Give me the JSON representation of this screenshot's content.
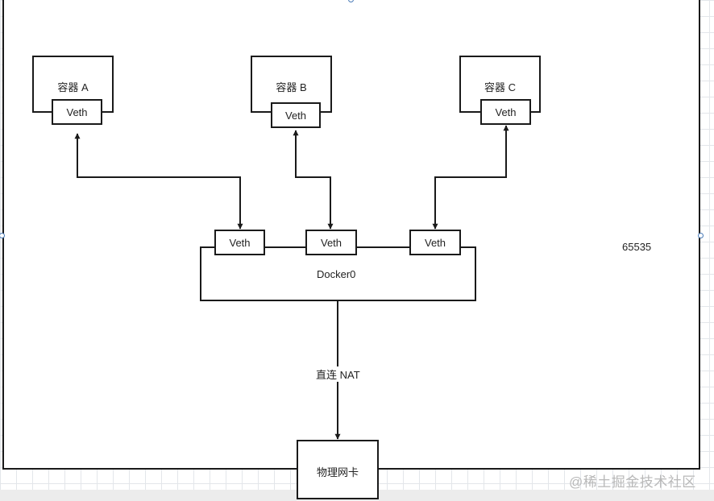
{
  "containers": [
    {
      "name": "容器 A",
      "veth": "Veth"
    },
    {
      "name": "容器 B",
      "veth": "Veth"
    },
    {
      "name": "容器 C",
      "veth": "Veth"
    }
  ],
  "bridge": {
    "name": "Docker0",
    "veths": [
      "Veth",
      "Veth",
      "Veth"
    ]
  },
  "link_label": "直连 NAT",
  "physical_nic": "物理网卡",
  "side_number": "65535",
  "watermark": "@稀土掘金技术社区",
  "colors": {
    "line": "#1a1a1a",
    "handle": "#4a7bb7",
    "grid": "#e3e6ea"
  }
}
